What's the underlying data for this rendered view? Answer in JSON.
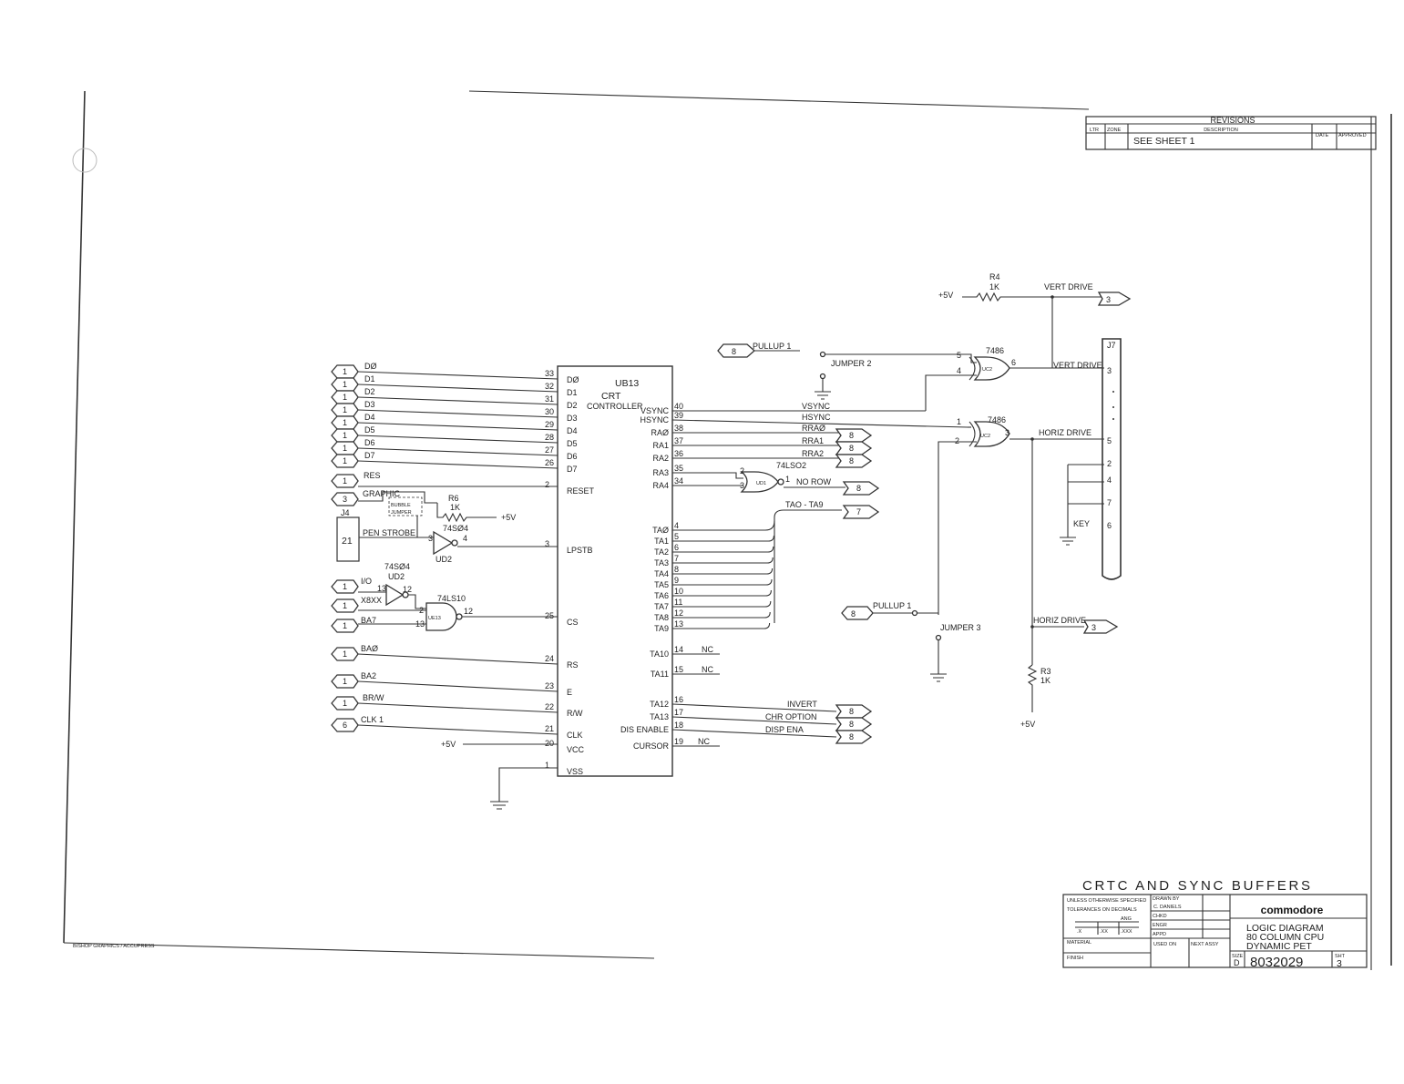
{
  "revisions": {
    "title": "REVISIONS",
    "col_ltr": "LTR",
    "col_zone": "ZONE",
    "col_description": "DESCRIPTION",
    "col_date": "DATE",
    "col_approved": "APPROVED",
    "row_description": "SEE SHEET 1"
  },
  "ic": {
    "ref": "UB13",
    "type_line1": "CRT",
    "type_line2": "CONTROLLER",
    "left_pins": [
      {
        "num": "33",
        "name": "DØ"
      },
      {
        "num": "32",
        "name": "D1"
      },
      {
        "num": "31",
        "name": "D2"
      },
      {
        "num": "30",
        "name": "D3"
      },
      {
        "num": "29",
        "name": "D4"
      },
      {
        "num": "28",
        "name": "D5"
      },
      {
        "num": "27",
        "name": "D6"
      },
      {
        "num": "26",
        "name": "D7"
      },
      {
        "num": "2",
        "name": "RESET"
      },
      {
        "num": "3",
        "name": "LPSTB"
      },
      {
        "num": "25",
        "name": "CS"
      },
      {
        "num": "24",
        "name": "RS"
      },
      {
        "num": "23",
        "name": "E"
      },
      {
        "num": "22",
        "name": "R/W"
      },
      {
        "num": "21",
        "name": "CLK"
      },
      {
        "num": "20",
        "name": "VCC"
      },
      {
        "num": "1",
        "name": "VSS"
      }
    ],
    "right_pins": [
      {
        "num": "40",
        "name": "VSYNC"
      },
      {
        "num": "39",
        "name": "HSYNC"
      },
      {
        "num": "38",
        "name": "RAØ"
      },
      {
        "num": "37",
        "name": "RA1"
      },
      {
        "num": "36",
        "name": "RA2"
      },
      {
        "num": "35",
        "name": "RA3"
      },
      {
        "num": "34",
        "name": "RA4"
      },
      {
        "num": "4",
        "name": "TAØ"
      },
      {
        "num": "5",
        "name": "TA1"
      },
      {
        "num": "6",
        "name": "TA2"
      },
      {
        "num": "7",
        "name": "TA3"
      },
      {
        "num": "8",
        "name": "TA4"
      },
      {
        "num": "9",
        "name": "TA5"
      },
      {
        "num": "10",
        "name": "TA6"
      },
      {
        "num": "11",
        "name": "TA7"
      },
      {
        "num": "12",
        "name": "TA8"
      },
      {
        "num": "13",
        "name": "TA9"
      },
      {
        "num": "14",
        "name": "TA10"
      },
      {
        "num": "15",
        "name": "TA11"
      },
      {
        "num": "16",
        "name": "TA12"
      },
      {
        "num": "17",
        "name": "TA13"
      },
      {
        "num": "18",
        "name": "DIS ENABLE"
      },
      {
        "num": "19",
        "name": "CURSOR"
      }
    ]
  },
  "input_connectors": [
    {
      "sheet": "1",
      "signal": "DØ"
    },
    {
      "sheet": "1",
      "signal": "D1"
    },
    {
      "sheet": "1",
      "signal": "D2"
    },
    {
      "sheet": "1",
      "signal": "D3"
    },
    {
      "sheet": "1",
      "signal": "D4"
    },
    {
      "sheet": "1",
      "signal": "D5"
    },
    {
      "sheet": "1",
      "signal": "D6"
    },
    {
      "sheet": "1",
      "signal": "D7"
    },
    {
      "sheet": "1",
      "signal": "RES"
    },
    {
      "sheet": "3",
      "signal": "GRAPHIC"
    },
    {
      "sheet": "1",
      "signal": "I/O"
    },
    {
      "sheet": "1",
      "signal": "X8XX"
    },
    {
      "sheet": "1",
      "signal": "BA7"
    },
    {
      "sheet": "1",
      "signal": "BAØ"
    },
    {
      "sheet": "1",
      "signal": "BA2"
    },
    {
      "sheet": "1",
      "signal": "BR/W"
    },
    {
      "sheet": "6",
      "signal": "CLK 1"
    }
  ],
  "output_signals": [
    {
      "signal": "VSYNC"
    },
    {
      "signal": "HSYNC"
    },
    {
      "signal": "RRAØ",
      "sheet": "8"
    },
    {
      "signal": "RRA1",
      "sheet": "8"
    },
    {
      "signal": "RRA2",
      "sheet": "8"
    },
    {
      "signal": "NO ROW",
      "sheet": "8"
    },
    {
      "signal": "TAO - TA9",
      "sheet": "7"
    },
    {
      "signal": "INVERT",
      "sheet": "8"
    },
    {
      "signal": "CHR OPTION",
      "sheet": "8"
    },
    {
      "signal": "DISP ENA",
      "sheet": "8"
    }
  ],
  "nc_label": "NC",
  "components": {
    "r4_ref": "R4",
    "r4_val": "1K",
    "r6_ref": "R6",
    "r6_val": "1K",
    "r3_ref": "R3",
    "r3_val": "1K",
    "vcc": "+5V",
    "j4_ref": "J4",
    "j4_pin": "21",
    "j7_ref": "J7",
    "bubble_jumper_1": "BUBBLE",
    "bubble_jumper_2": "JUMPER",
    "pen_strobe": "PEN STROBE",
    "ud2_part": "74SØ4",
    "ud2_ref": "UD2",
    "ue13_part": "74LS10",
    "ue13_ref": "UE13",
    "ud1_part": "74LSO2",
    "ud1_ref": "UD1",
    "uc2_part": "7486",
    "uc2_ref": "UC2",
    "pullup": "PULLUP 1",
    "pullup_sheet": "8",
    "jumper2": "JUMPER 2",
    "jumper3": "JUMPER 3",
    "vert_drive": "VERT DRIVE",
    "vert_drive_sheet": "3",
    "horiz_drive": "HORIZ DRIVE",
    "horiz_drive_sheet": "3",
    "key": "KEY",
    "j7_pins": [
      "3",
      "5",
      "2",
      "4",
      "7",
      "6"
    ]
  },
  "gate_pins": {
    "ud2a_in": "3",
    "ud2a_out": "4",
    "ud2b_in": "13",
    "ud2b_out": "12",
    "ue13_in_b": "2",
    "ue13_in_c": "13",
    "ue13_out": "12",
    "ud1_in_a": "2",
    "ud1_in_b": "3",
    "ud1_out": "1",
    "uc2a_in_a": "5",
    "uc2a_in_b": "4",
    "uc2a_out": "6",
    "uc2b_in_a": "1",
    "uc2b_in_b": "2",
    "uc2b_out": "3"
  },
  "title_block": {
    "sheet_title": "CRTC AND SYNC BUFFERS",
    "company": "commodore",
    "desc_line1": "LOGIC DIAGRAM",
    "desc_line2": "80 COLUMN CPU",
    "desc_line3": "DYNAMIC PET",
    "drawing_number": "8032029",
    "size_label": "SIZE",
    "size": "D",
    "sheet_label": "SHT",
    "sheet": "3",
    "unless": "UNLESS OTHERWISE SPECIFIED",
    "tolerances": "TOLERANCES ON DECIMALS",
    "material": "MATERIAL",
    "finish": "FINISH",
    "drawn_by": "DRAWN BY",
    "drawn_name": "C. DANIELS",
    "chkd": "CHKD",
    "engr": "ENGR",
    "appd": "APPD",
    "used_on": "USED ON",
    "next_assy": "NEXT ASSY",
    "tol_values": [
      ".X",
      ".XX",
      ".XXX",
      "ANG"
    ]
  },
  "print_stamp": "BISHOP GRAPHICS / ACCUPRESS"
}
